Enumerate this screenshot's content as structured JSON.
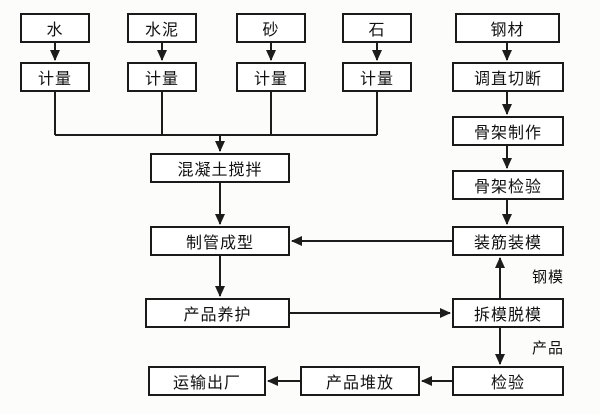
{
  "diagram": {
    "background_color": "#fcfcfa",
    "line_color": "#1c1c1c",
    "nodes": {
      "water": "水",
      "cement": "水泥",
      "sand": "砂",
      "stone": "石",
      "measure1": "计量",
      "measure2": "计量",
      "measure3": "计量",
      "measure4": "计量",
      "mixing": "混凝土搅拌",
      "forming": "制管成型",
      "curing": "产品养护",
      "shipping": "运输出厂",
      "stacking": "产品堆放",
      "inspection": "检验",
      "steel": "钢材",
      "straighten_cut": "调直切断",
      "skeleton_make": "骨架制作",
      "skeleton_inspect": "骨架检验",
      "reinforce_mold": "装筋装模",
      "demold": "拆模脱模"
    },
    "edge_labels": {
      "steel_mold": "钢模",
      "product": "产品"
    },
    "edges": [
      {
        "from": "water",
        "to": "measure1"
      },
      {
        "from": "cement",
        "to": "measure2"
      },
      {
        "from": "sand",
        "to": "measure3"
      },
      {
        "from": "stone",
        "to": "measure4"
      },
      {
        "from": "measure1",
        "to": "mixing"
      },
      {
        "from": "measure2",
        "to": "mixing"
      },
      {
        "from": "measure3",
        "to": "mixing"
      },
      {
        "from": "measure4",
        "to": "mixing"
      },
      {
        "from": "mixing",
        "to": "forming"
      },
      {
        "from": "forming",
        "to": "curing"
      },
      {
        "from": "curing",
        "to": "demold"
      },
      {
        "from": "steel",
        "to": "straighten_cut"
      },
      {
        "from": "straighten_cut",
        "to": "skeleton_make"
      },
      {
        "from": "skeleton_make",
        "to": "skeleton_inspect"
      },
      {
        "from": "skeleton_inspect",
        "to": "reinforce_mold"
      },
      {
        "from": "reinforce_mold",
        "to": "forming"
      },
      {
        "from": "demold",
        "to": "reinforce_mold",
        "label": "钢模"
      },
      {
        "from": "demold",
        "to": "inspection",
        "label": "产品"
      },
      {
        "from": "inspection",
        "to": "stacking"
      },
      {
        "from": "stacking",
        "to": "shipping"
      }
    ]
  }
}
